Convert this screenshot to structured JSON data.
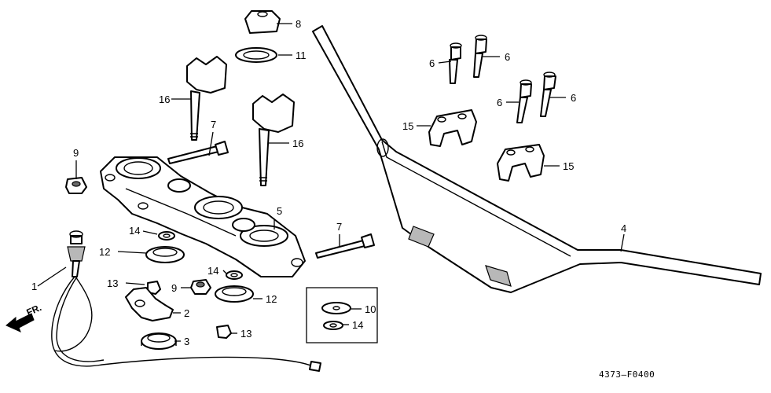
{
  "diagram": {
    "part_number_code": "4373–F0400",
    "front_arrow_label": "FR.",
    "callouts": {
      "c1": "1",
      "c2": "2",
      "c3": "3",
      "c4": "4",
      "c5": "5",
      "c6a": "6",
      "c6b": "6",
      "c6c": "6",
      "c6d": "6",
      "c7a": "7",
      "c7b": "7",
      "c8": "8",
      "c9a": "9",
      "c9b": "9",
      "c10": "10",
      "c11": "11",
      "c12a": "12",
      "c12b": "12",
      "c13a": "13",
      "c13b": "13",
      "c14a": "14",
      "c14b": "14",
      "c14c": "14",
      "c15a": "15",
      "c15b": "15",
      "c16a": "16",
      "c16b": "16"
    }
  }
}
